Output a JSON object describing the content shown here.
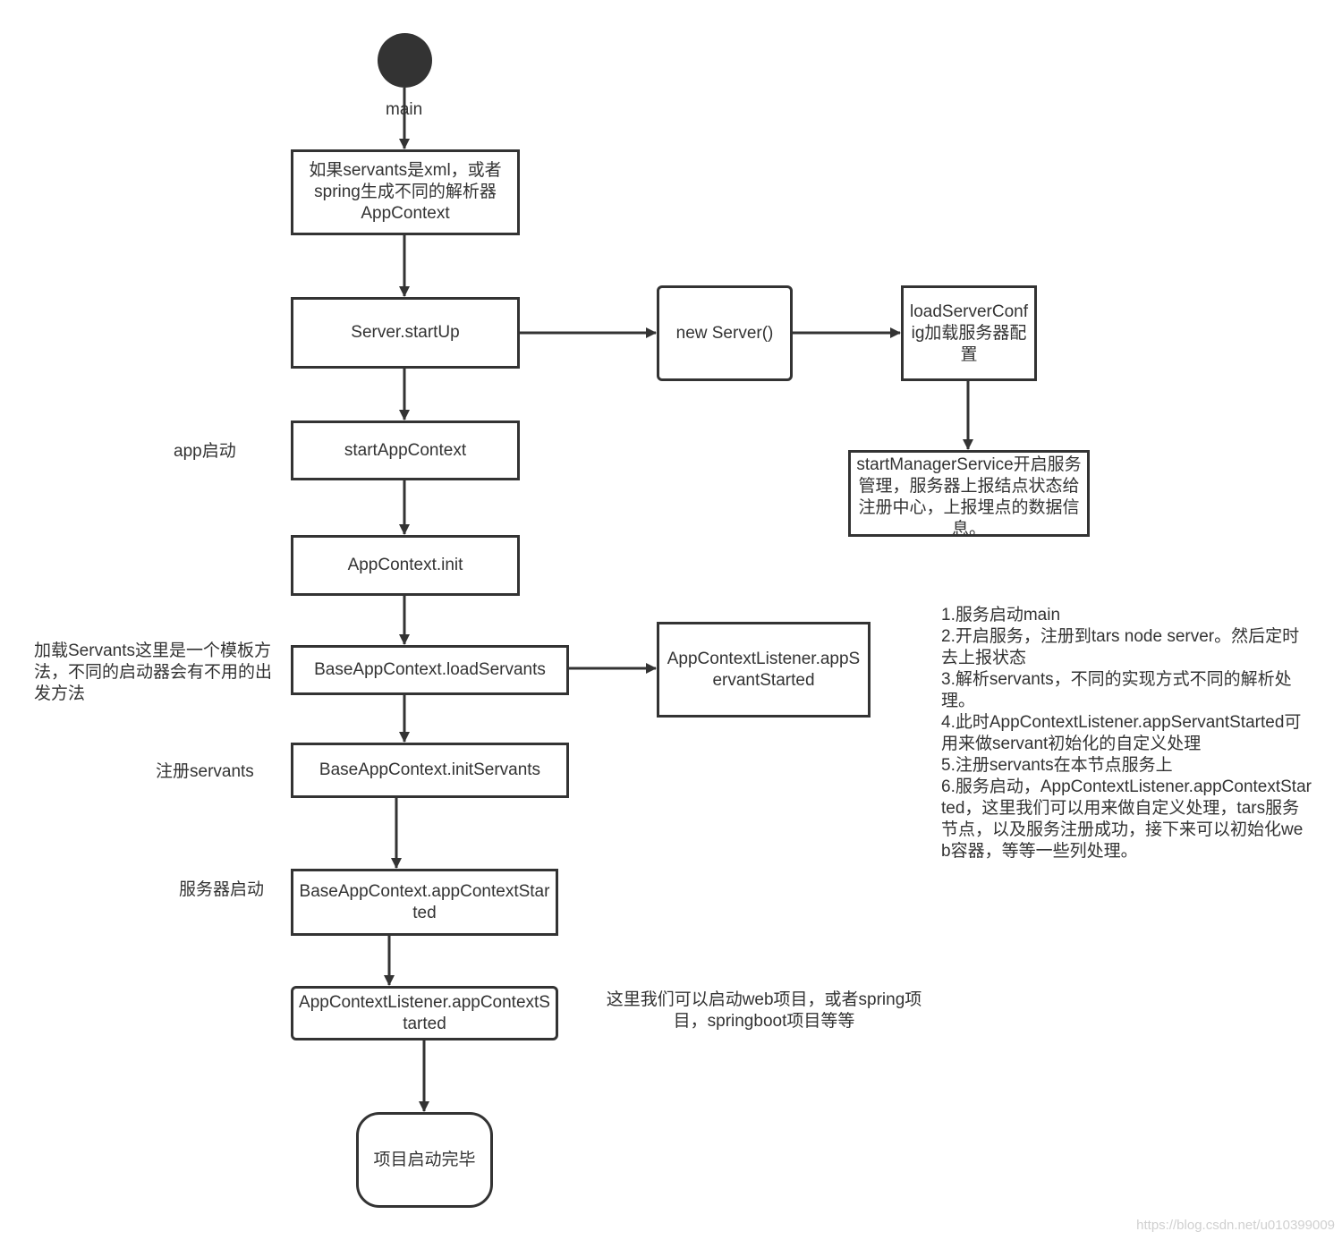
{
  "diagram": {
    "start_label": "main",
    "nodes": {
      "parse_context": "如果servants是xml，或者spring生成不同的解析器AppContext",
      "server_startup": "Server.startUp",
      "new_server": "new Server()",
      "load_server_config": "loadServerConfig加载服务器配置",
      "start_manager_service": "startManagerService开启服务管理，服务器上报结点状态给注册中心，上报埋点的数据信息。",
      "start_app_context": "startAppContext",
      "app_context_init": "AppContext.init",
      "load_servants": "BaseAppContext.loadServants",
      "app_servant_started": "AppContextListener.appServantStarted",
      "init_servants": "BaseAppContext.initServants",
      "app_context_started": "BaseAppContext.appContextStarted",
      "listener_app_context_started": "AppContextListener.appContextStarted",
      "end": "项目启动完毕"
    },
    "side_labels": {
      "app_start": "app启动",
      "load_servants_note": "加载Servants这里是一个模板方法，不同的启动器会有不用的出发方法",
      "register_servants": "注册servants",
      "server_start": "服务器启动"
    },
    "web_note": "这里我们可以启动web项目，或者spring项目，springboot项目等等",
    "summary_lines": [
      "1.服务启动main",
      "2.开启服务，注册到tars node server。然后定时去上报状态",
      "3.解析servants，不同的实现方式不同的解析处理。",
      "4.此时AppContextListener.appServantStarted可用来做servant初始化的自定义处理",
      "5.注册servants在本节点服务上",
      "6.服务启动，AppContextListener.appContextStarted，这里我们可以用来做自定义处理，tars服务节点，以及服务注册成功，接下来可以初始化web容器，等等一些列处理。"
    ]
  },
  "watermark": "https://blog.csdn.net/u010399009",
  "colors": {
    "stroke": "#333333",
    "text": "#333333",
    "background": "#ffffff",
    "watermark": "#d0d0d0"
  }
}
